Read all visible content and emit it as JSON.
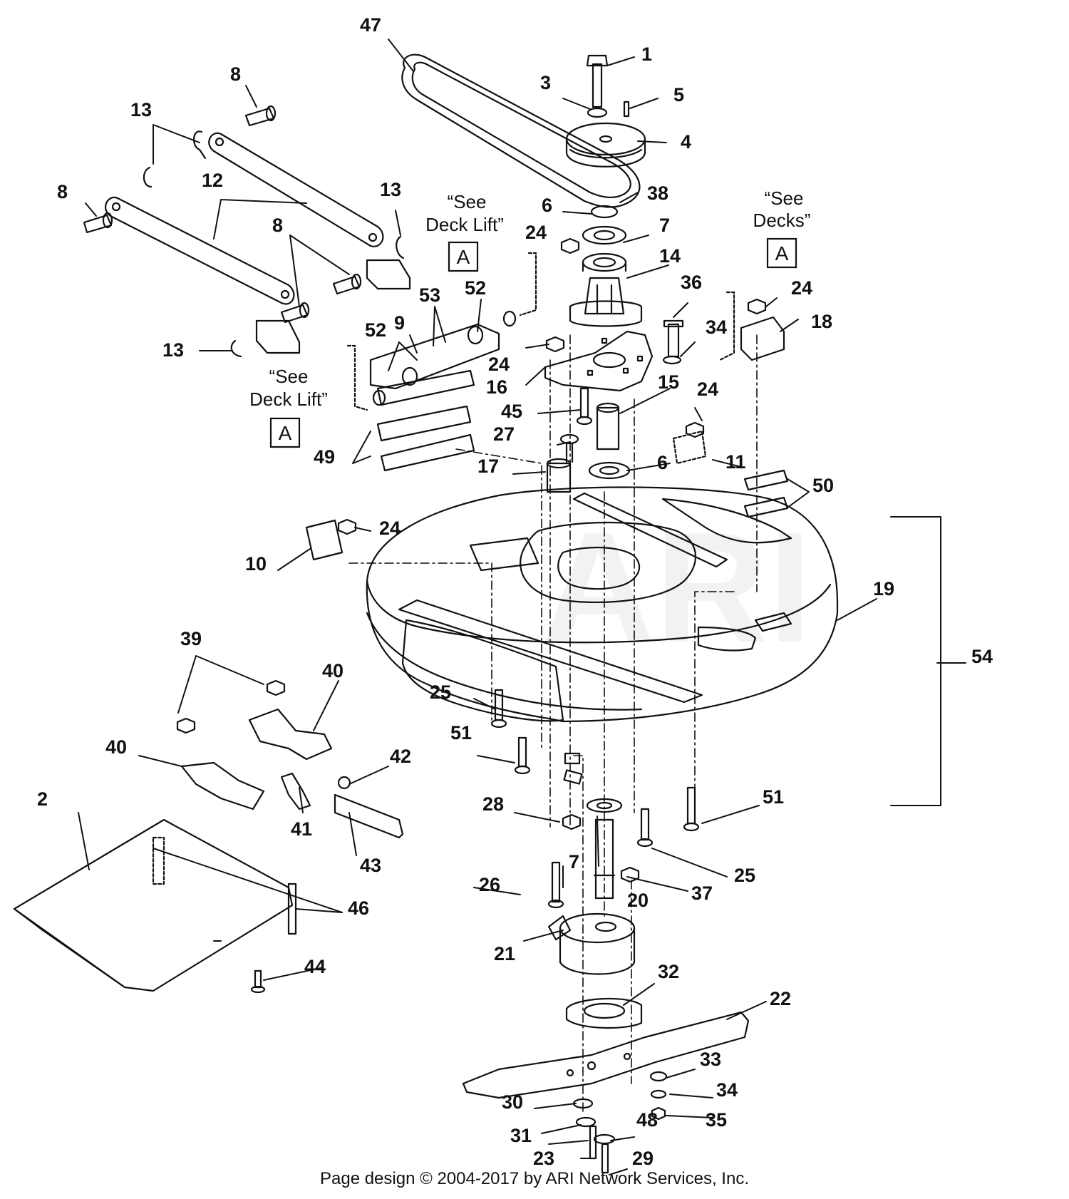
{
  "diagram": {
    "part_numbers": [
      "1",
      "3",
      "5",
      "4",
      "47",
      "8",
      "13",
      "12",
      "8",
      "13",
      "8",
      "13",
      "6",
      "38",
      "7",
      "24",
      "14",
      "36",
      "24",
      "18",
      "34",
      "52",
      "53",
      "52",
      "9",
      "24",
      "16",
      "45",
      "15",
      "24",
      "27",
      "6",
      "17",
      "11",
      "50",
      "49",
      "24",
      "10",
      "19",
      "54",
      "39",
      "40",
      "40",
      "25",
      "51",
      "42",
      "2",
      "41",
      "43",
      "28",
      "7",
      "51",
      "25",
      "26",
      "37",
      "20",
      "46",
      "21",
      "32",
      "22",
      "44",
      "33",
      "34",
      "35",
      "30",
      "31",
      "48",
      "23",
      "29"
    ],
    "notes": [
      {
        "line1": "“See",
        "line2": "Deck Lift”",
        "ref": "A"
      },
      {
        "line1": "“See",
        "line2": "Decks”",
        "ref": "A"
      },
      {
        "line1": "“See",
        "line2": "Deck Lift”",
        "ref": "A"
      }
    ],
    "watermark": "ARI"
  },
  "footer": "Page design © 2004-2017 by ARI Network Services, Inc."
}
